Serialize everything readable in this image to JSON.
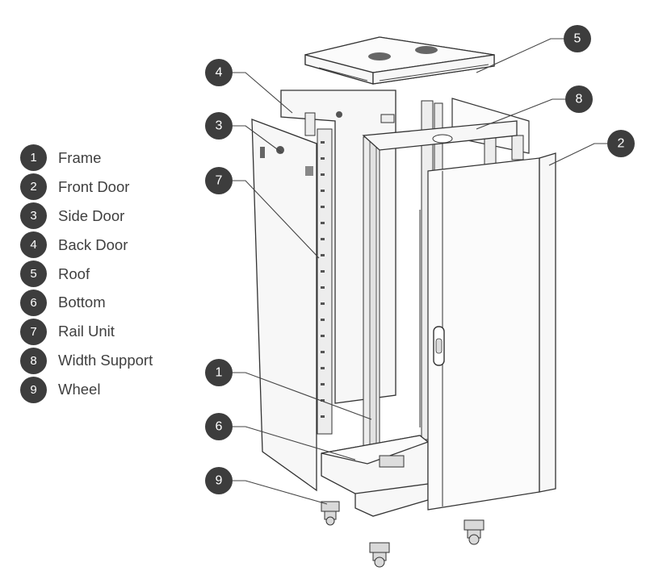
{
  "legend": [
    {
      "num": "1",
      "label": "Frame"
    },
    {
      "num": "2",
      "label": "Front Door"
    },
    {
      "num": "3",
      "label": "Side Door"
    },
    {
      "num": "4",
      "label": "Back Door"
    },
    {
      "num": "5",
      "label": "Roof"
    },
    {
      "num": "6",
      "label": "Bottom"
    },
    {
      "num": "7",
      "label": "Rail Unit"
    },
    {
      "num": "8",
      "label": "Width Support"
    },
    {
      "num": "9",
      "label": "Wheel"
    }
  ],
  "callouts": {
    "c1": "1",
    "c2": "2",
    "c3": "3",
    "c4": "4",
    "c5": "5",
    "c6": "6",
    "c7": "7",
    "c8": "8",
    "c9": "9"
  },
  "colors": {
    "badge": "#3d3d3d",
    "text": "#3f3f3f",
    "line": "#333333"
  }
}
